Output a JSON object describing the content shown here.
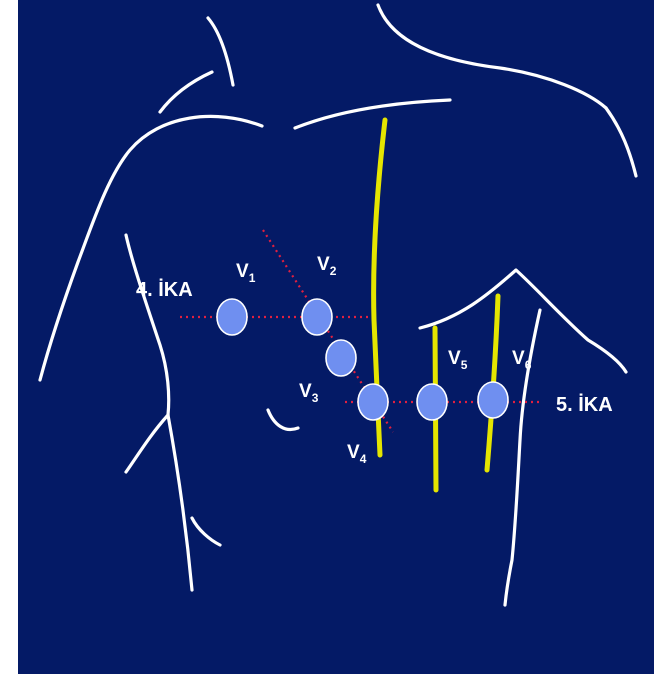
{
  "colors": {
    "background": "#041a66",
    "outline": "#ffffff",
    "reference_lines": "#e5e500",
    "guide_lines": "#e02040",
    "electrode_fill": "#6f8ff0"
  },
  "intercostal_labels": {
    "fourth": "4. İKA",
    "fifth": "5. İKA"
  },
  "electrodes": [
    {
      "id": "V1",
      "letter": "V",
      "number": "1"
    },
    {
      "id": "V2",
      "letter": "V",
      "number": "2"
    },
    {
      "id": "V3",
      "letter": "V",
      "number": "3"
    },
    {
      "id": "V4",
      "letter": "V",
      "number": "4"
    },
    {
      "id": "V5",
      "letter": "V",
      "number": "5"
    },
    {
      "id": "V6",
      "letter": "V",
      "number": "6"
    }
  ]
}
